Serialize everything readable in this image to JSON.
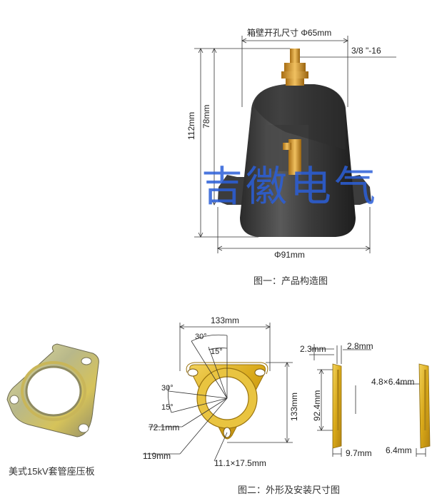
{
  "figure1": {
    "dim_hole": "箱壁开孔尺寸 Φ65mm",
    "dim_thread": "3/8 \"-16",
    "dim_h112": "112mm",
    "dim_h78": "78mm",
    "dim_base": "Φ91mm",
    "caption": "图一：产品构造图",
    "watermark": "吉徽电气"
  },
  "photo": {
    "caption": "美式15kV套管座压板"
  },
  "figure2": {
    "dim_w133": "133mm",
    "dim_h133": "133mm",
    "angle_30_top": "30°",
    "angle_15_top": "15°",
    "angle_30_left": "30°",
    "angle_15_left": "15°",
    "dim_r72": "72.1mm",
    "dim_119": "119mm",
    "dim_slot": "11.1×17.5mm",
    "dim_23": "2.3mm",
    "dim_28": "2.8mm",
    "dim_924": "92.4mm",
    "dim_97": "9.7mm",
    "dim_48": "4.8×6.4mm",
    "dim_64": "6.4mm",
    "caption": "图二：外形及安装尺寸图"
  },
  "colors": {
    "body_dark": "#3a3a3a",
    "brass": "#c8922a",
    "plate_gold": "#d8b019",
    "watermark": "#2b5fd9"
  }
}
